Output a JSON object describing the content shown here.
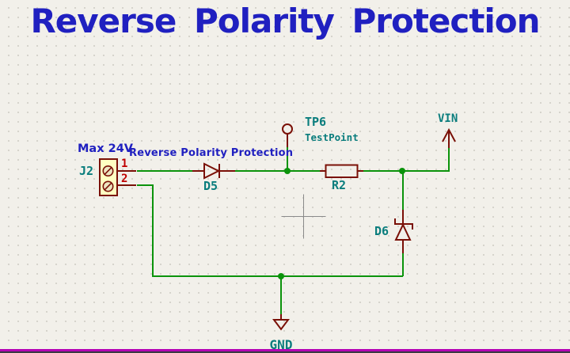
{
  "colors": {
    "background": "#F2F0EA",
    "grid_dot": "#D4D2CA",
    "wire": "#0B930B",
    "symbol_outline": "#7A1007",
    "symbol_fill": "#FFFFC2",
    "pin_number": "#C00000",
    "reference_text": "#0A7D7D",
    "annotation_text": "#2020C0",
    "cursor": "#8A8A8A",
    "sheet_edge": "#B400B4"
  },
  "texts": {
    "title": "Reverse Polarity Protection",
    "max_voltage": "Max 24V",
    "section_label": "Reverse Polarity Protection"
  },
  "components": {
    "j2": {
      "ref": "J2",
      "pin1": "1",
      "pin2": "2"
    },
    "d5": {
      "ref": "D5"
    },
    "tp6": {
      "ref": "TP6",
      "value": "TestPoint"
    },
    "r2": {
      "ref": "R2"
    },
    "d6": {
      "ref": "D6"
    }
  },
  "power": {
    "vin": "VIN",
    "gnd": "GND"
  }
}
